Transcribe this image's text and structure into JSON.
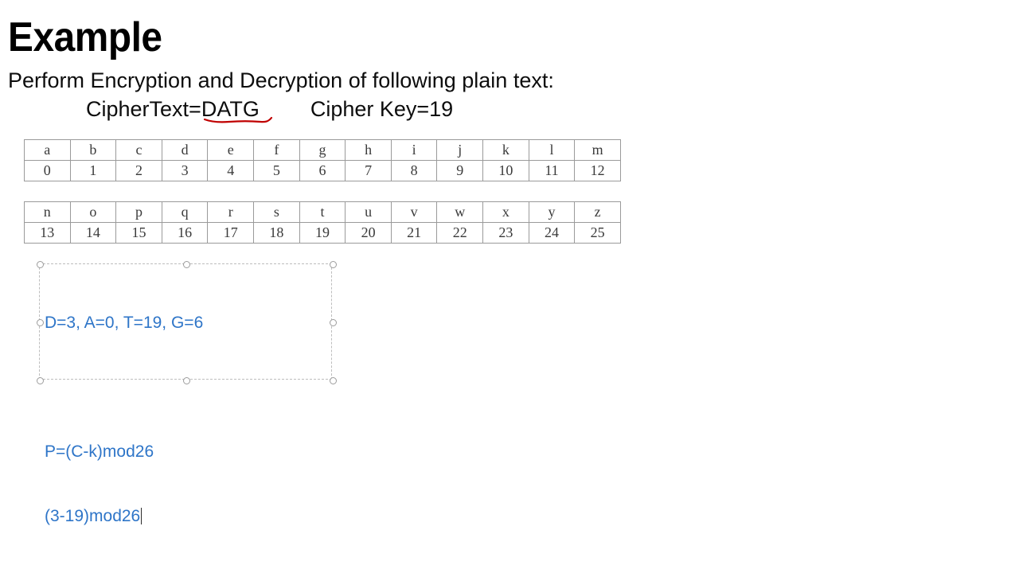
{
  "slide": {
    "title": "Example",
    "intro": "Perform Encryption and Decryption of following plain text:",
    "ciphertext_label": "CipherText=DATG",
    "cipherkey_label": "Cipher Key=19",
    "underline_color": "#C00000",
    "body_text_color": "#0D0D0D"
  },
  "alphabet_table_1": {
    "letters": [
      "a",
      "b",
      "c",
      "d",
      "e",
      "f",
      "g",
      "h",
      "i",
      "j",
      "k",
      "l",
      "m"
    ],
    "numbers": [
      "0",
      "1",
      "2",
      "3",
      "4",
      "5",
      "6",
      "7",
      "8",
      "9",
      "10",
      "11",
      "12"
    ]
  },
  "alphabet_table_2": {
    "letters": [
      "n",
      "o",
      "p",
      "q",
      "r",
      "s",
      "t",
      "u",
      "v",
      "w",
      "x",
      "y",
      "z"
    ],
    "numbers": [
      "13",
      "14",
      "15",
      "16",
      "17",
      "18",
      "19",
      "20",
      "21",
      "22",
      "23",
      "24",
      "25"
    ]
  },
  "textbox": {
    "accent_color": "#2E75C8",
    "line_1": "D=3, A=0, T=19, G=6",
    "line_2": "P=(C-k)mod26",
    "line_3": "(3-19)mod26",
    "caret_after": "line_3",
    "handles": [
      "top-left",
      "top-center",
      "top-right",
      "middle-left",
      "middle-right",
      "bottom-left",
      "bottom-center",
      "bottom-right"
    ]
  }
}
